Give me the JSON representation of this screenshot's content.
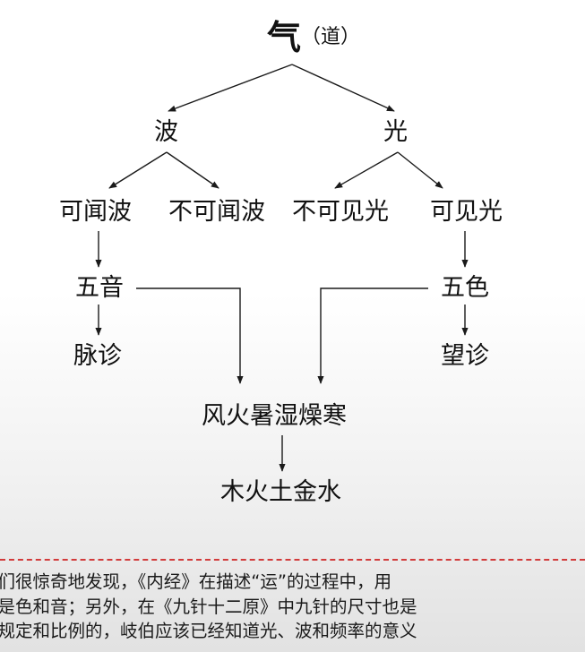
{
  "diagram": {
    "root": {
      "char": "气",
      "note": "（道）"
    },
    "level1": {
      "left": "波",
      "right": "光"
    },
    "level2": {
      "audible_wave": "可闻波",
      "inaudible_wave": "不可闻波",
      "invisible_light": "不可见光",
      "visible_light": "可见光"
    },
    "level3": {
      "five_tones": "五音",
      "five_colors": "五色"
    },
    "level4": {
      "pulse_diagnosis": "脉诊",
      "inspection": "望诊"
    },
    "six_qi": "风火暑湿燥寒",
    "five_elements": "木火土金水"
  },
  "paragraph": {
    "lines": [
      "我们很惊奇地发现，《内经》在描述“运”的过程中，用",
      "的是色和音；另外，在《九针十二原》中九针的尺寸也是",
      "有规定和比例的，岐伯应该已经知道光、波和频率的意义"
    ]
  },
  "colors": {
    "line": "#1a1a1a",
    "divider": "#d23b3b"
  }
}
